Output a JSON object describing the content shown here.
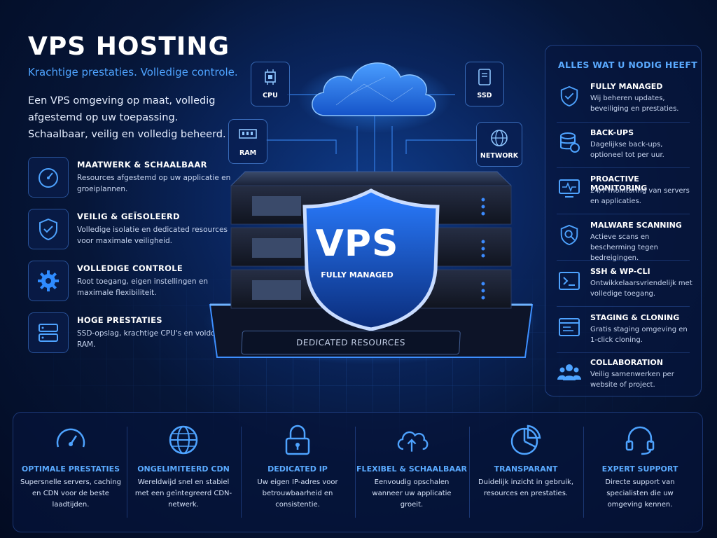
{
  "header": {
    "title": "VPS HOSTING",
    "subtitle": "Krachtige prestaties. Volledige controle.",
    "intro": "Een VPS omgeving op maat, volledig afgestemd op uw toepassing. Schaalbaar, veilig en volledig beheerd."
  },
  "left_features": [
    {
      "icon": "speedometer-icon",
      "title": "MAATWERK & SCHAALBAAR",
      "desc": "Resources afgestemd op uw applicatie en groeiplannen."
    },
    {
      "icon": "shield-check-icon",
      "title": "VEILIG & GEÏSOLEERD",
      "desc": "Volledige isolatie en dedicated resources voor maximale veiligheid."
    },
    {
      "icon": "gear-icon",
      "title": "VOLLEDIGE CONTROLE",
      "desc": "Root toegang, eigen instellingen en maximale flexibiliteit."
    },
    {
      "icon": "server-icon",
      "title": "HOGE PRESTATIES",
      "desc": "SSD-opslag, krachtige CPU's en voldoende RAM."
    }
  ],
  "specs": {
    "cpu": "CPU",
    "ssd": "SSD",
    "ram": "RAM",
    "network": "NETWORK"
  },
  "shield": {
    "main": "VPS",
    "sub": "FULLY MANAGED"
  },
  "base_label": "DEDICATED RESOURCES",
  "right_panel": {
    "heading": "ALLES WAT U NODIG HEEFT",
    "items": [
      {
        "icon": "shield-check-icon",
        "title": "FULLY MANAGED",
        "desc": "Wij beheren updates, beveiliging en prestaties."
      },
      {
        "icon": "database-backup-icon",
        "title": "BACK-UPS",
        "desc": "Dagelijkse back-ups, optioneel tot per uur."
      },
      {
        "icon": "monitor-pulse-icon",
        "title": "PROACTIVE MONITORING",
        "desc": "24/7 monitoring van servers en applicaties."
      },
      {
        "icon": "shield-search-icon",
        "title": "MALWARE SCANNING",
        "desc": "Actieve scans en bescherming tegen bedreigingen."
      },
      {
        "icon": "terminal-icon",
        "title": "SSH & WP-CLI",
        "desc": "Ontwikkelaarsvriendelijk met volledige toegang."
      },
      {
        "icon": "browser-window-icon",
        "title": "STAGING & CLONING",
        "desc": "Gratis staging omgeving en 1-click cloning."
      },
      {
        "icon": "users-icon",
        "title": "COLLABORATION",
        "desc": "Veilig samenwerken per website of project."
      }
    ]
  },
  "bottom": [
    {
      "icon": "speedometer-icon",
      "title": "OPTIMALE PRESTATIES",
      "desc": "Supersnelle servers, caching en CDN voor de beste laadtijden."
    },
    {
      "icon": "globe-icon",
      "title": "ONGELIMITEERD CDN",
      "desc": "Wereldwijd snel en stabiel met een geïntegreerd CDN-netwerk."
    },
    {
      "icon": "lock-icon",
      "title": "DEDICATED IP",
      "desc": "Uw eigen IP-adres voor betrouwbaarheid en consistentie."
    },
    {
      "icon": "cloud-upload-icon",
      "title": "FLEXIBEL & SCHAALBAAR",
      "desc": "Eenvoudig opschalen wanneer uw applicatie groeit."
    },
    {
      "icon": "pie-chart-icon",
      "title": "TRANSPARANT",
      "desc": "Duidelijk inzicht in gebruik, resources en prestaties."
    },
    {
      "icon": "headset-icon",
      "title": "EXPERT SUPPORT",
      "desc": "Directe support van specialisten die uw omgeving kennen."
    }
  ],
  "colors": {
    "accent": "#4ea3ff",
    "background": "#061638",
    "panel": "#06163e"
  }
}
